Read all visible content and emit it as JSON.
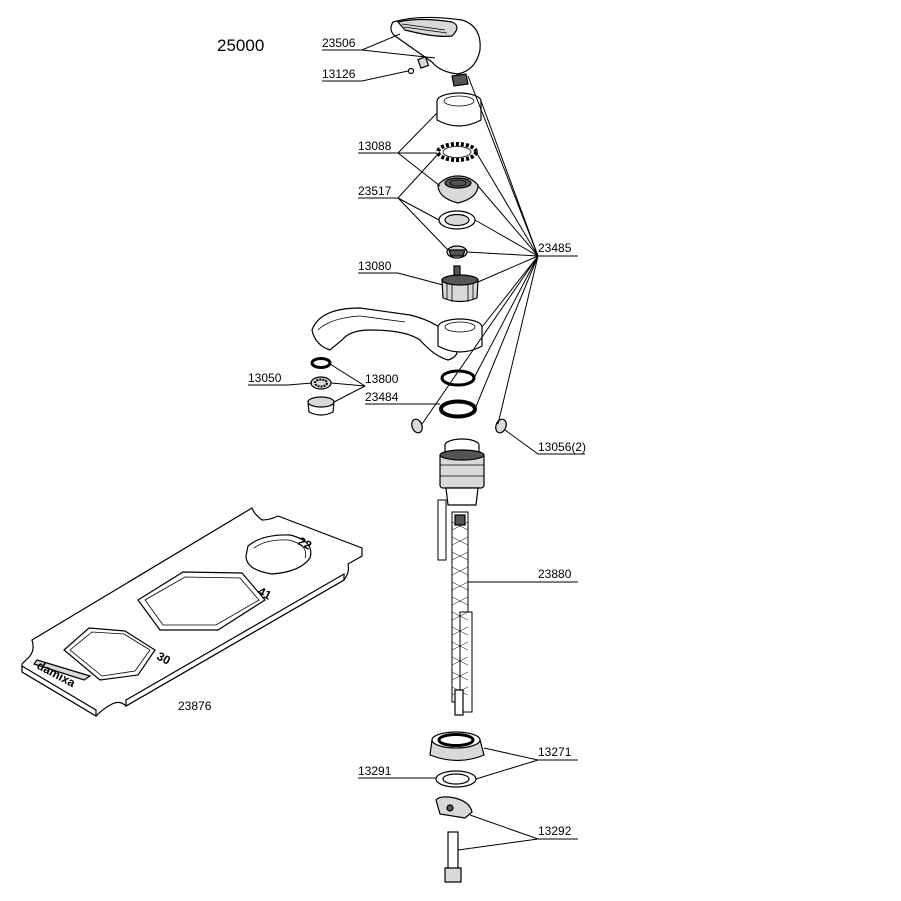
{
  "diagram": {
    "title": "25000",
    "parts": {
      "p23506": "23506",
      "p13126": "13126",
      "p13088": "13088",
      "p23517": "23517",
      "p23485": "23485",
      "p13080": "13080",
      "p13050": "13050",
      "p13800": "13800",
      "p23484": "23484",
      "p13056": "13056(2)",
      "p23880": "23880",
      "p23876": "23876",
      "p13271": "13271",
      "p13291": "13291",
      "p13292": "13292"
    },
    "wrench": {
      "size_22": "22",
      "size_41": "41",
      "size_30": "30",
      "brand": "damixa"
    }
  }
}
